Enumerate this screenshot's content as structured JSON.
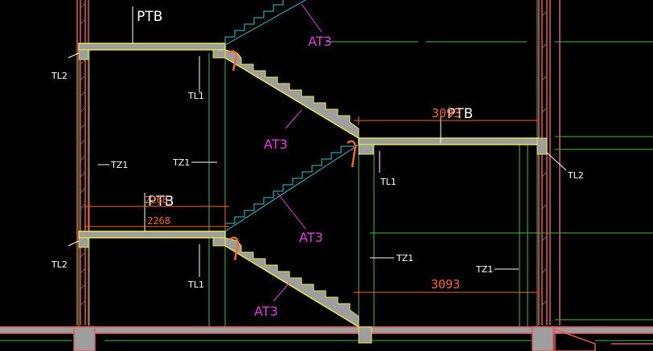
{
  "colors": {
    "background": "#000000",
    "slab_fill": "#9e9e9e",
    "slab_edge": "#e6e64a",
    "wall_red": "#e05a5a",
    "guide_green": "#3fbf3f",
    "magenta": "#e23ce2",
    "orange": "#f06a2e",
    "cyan": "#37c7d4",
    "white": "#ffffff"
  },
  "labels": {
    "ptb_top": "PTB",
    "ptb_mid": "PTB",
    "ptb_right": "PTB",
    "at3_upper_top": "AT3",
    "at3_upper_bottom": "AT3",
    "at3_lower_top": "AT3",
    "at3_lower_bottom": "AT3",
    "tl2_upper": "TL2",
    "tl2_lower": "TL2",
    "tl2_right": "TL2",
    "tl1_upper": "TL1",
    "tl1_mid": "TL1",
    "tl1_lower": "TL1",
    "tz1_left": "TZ1",
    "tz1_center": "TZ1",
    "tz1_right_mid": "TZ1",
    "tz1_right": "TZ1"
  },
  "dimensions": {
    "dim_top_right": "3093",
    "dim_mid_left_upper": "2268",
    "dim_mid_left_lower": "2268",
    "dim_bottom_right": "3093"
  }
}
